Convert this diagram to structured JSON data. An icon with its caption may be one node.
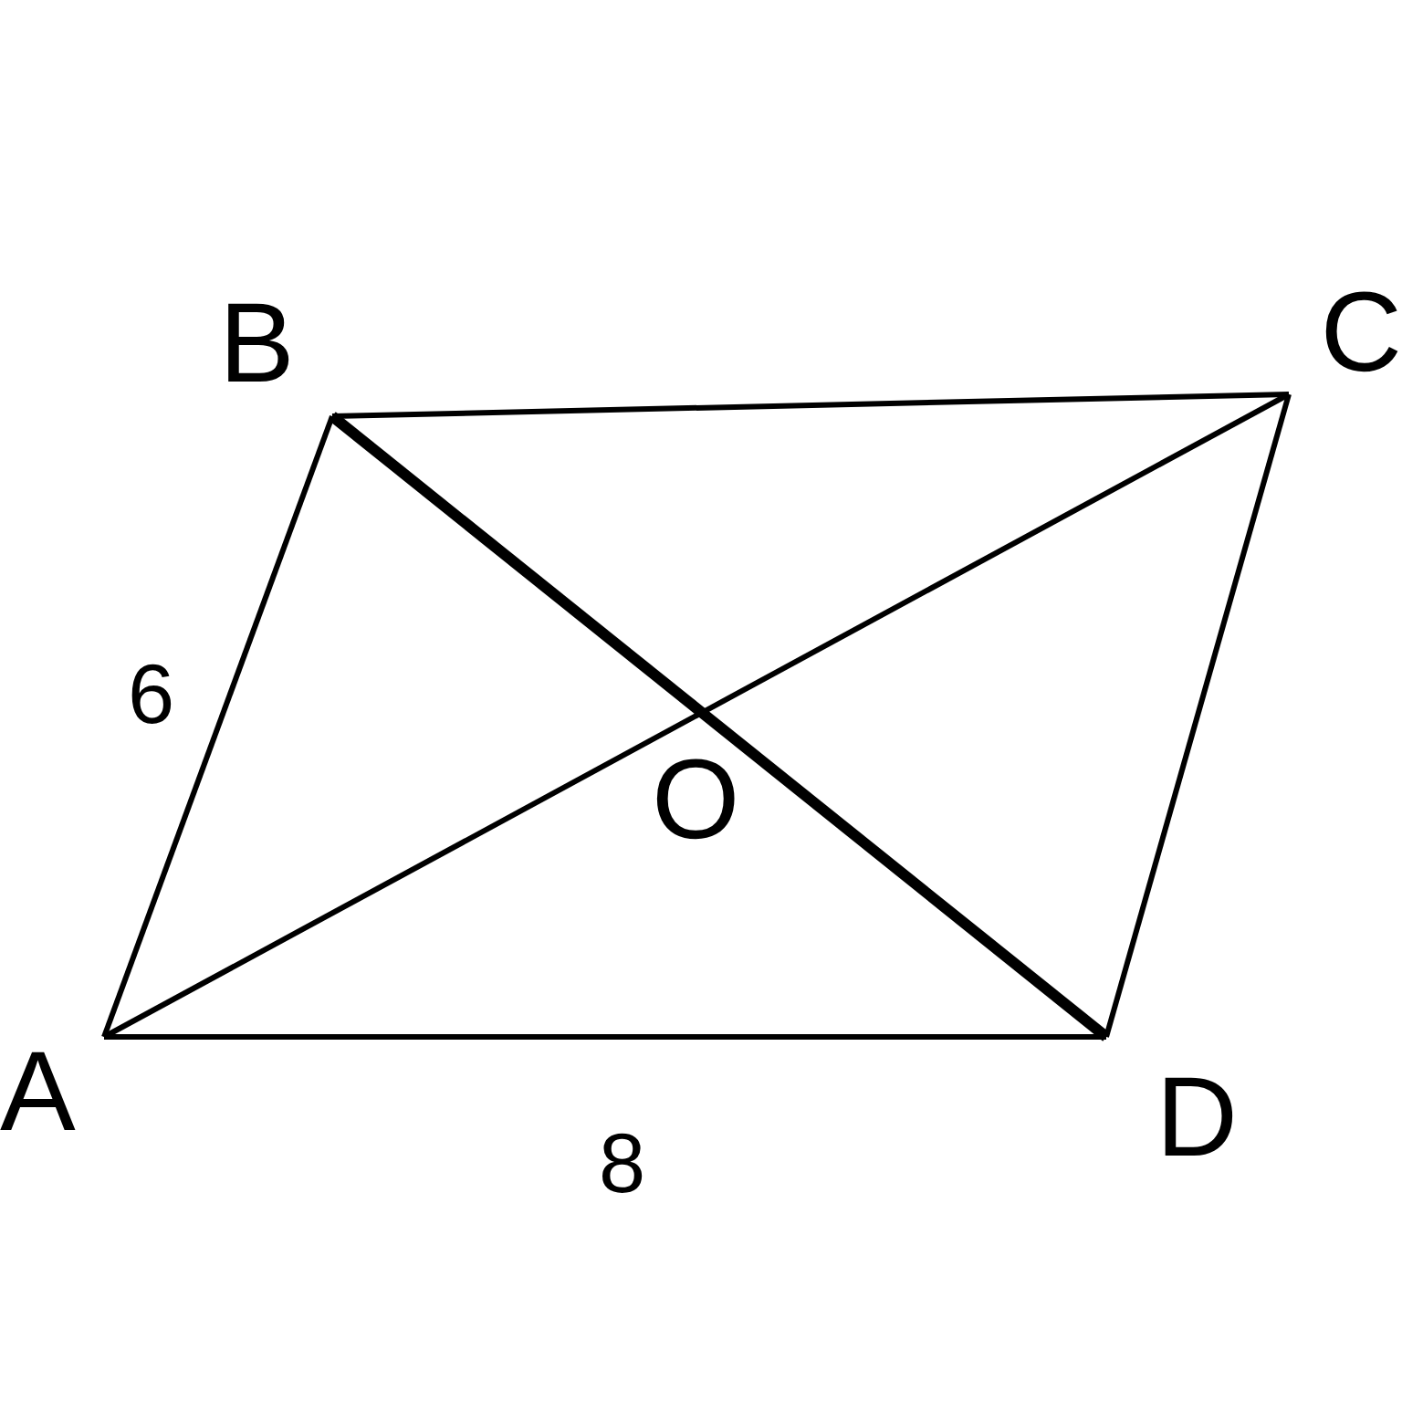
{
  "diagram": {
    "nodes": [
      {
        "text": [
          "A"
        ]
      },
      {
        "text": [
          "B"
        ]
      },
      {
        "text": [
          "C"
        ]
      },
      {
        "text": [
          "D"
        ]
      }
    ],
    "edges": [
      {
        "from": 0,
        "to": 1,
        "arrow": "none",
        "label": "6"
      },
      {
        "from": 1,
        "to": 2,
        "arrow": "none"
      },
      {
        "from": 2,
        "to": 3,
        "arrow": "none"
      },
      {
        "from": 0,
        "to": 3,
        "arrow": "none",
        "label": "8"
      },
      {
        "from": 0,
        "to": 2,
        "arrow": "none"
      },
      {
        "from": 1,
        "to": 3,
        "arrow": "none",
        "style": "thick"
      }
    ],
    "labels": [
      "O"
    ]
  }
}
